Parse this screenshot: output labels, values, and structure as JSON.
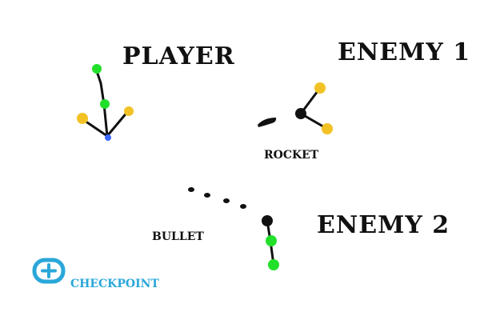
{
  "labels": {
    "player": "PLAYER",
    "enemy1": "ENEMY 1",
    "enemy2": "ENEMY 2",
    "rocket": "ROCKET",
    "bullet": "BULLET",
    "checkpoint": "CHECKPOINT"
  },
  "colors": {
    "ink": "#111111",
    "green": "#22e02a",
    "yellow": "#f2c225",
    "blue": "#3a66ff",
    "checkpoint": "#2aa7d9"
  }
}
